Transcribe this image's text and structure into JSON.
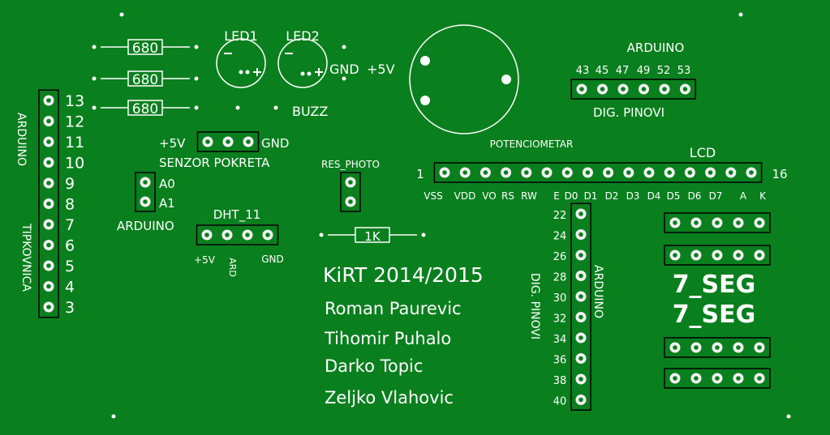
{
  "resistors": [
    "680",
    "680",
    "680",
    "1K"
  ],
  "leds": [
    "LED1",
    "LED2"
  ],
  "power": {
    "gnd": "GND",
    "plus5v": "+5V"
  },
  "buzz": "BUZZ",
  "potentiometer": "POTENCIOMETAR",
  "arduino_label": "ARDUINO",
  "dig_pins_top": {
    "title": "ARDUINO",
    "numbers": [
      "43",
      "45",
      "47",
      "49",
      "52",
      "53"
    ],
    "caption": "DIG. PINOVI"
  },
  "keypad": {
    "vertical_left": "ARDUINO",
    "vertical_right": "TIPKOVNICA",
    "numbers": [
      "13",
      "12",
      "11",
      "10",
      "9",
      "8",
      "7",
      "6",
      "5",
      "4",
      "3"
    ]
  },
  "motion_sensor": {
    "left": "+5V",
    "right": "GND",
    "title": "SENZOR POKRETA"
  },
  "analog": {
    "a0": "A0",
    "a1": "A1",
    "label": "ARDUINO"
  },
  "photo": "RES_PHOTO",
  "dht": {
    "title": "DHT_11",
    "pins": [
      "+5V",
      "ARD",
      "GND"
    ]
  },
  "lcd": {
    "title": "LCD",
    "first": "1",
    "last": "16",
    "pins": [
      "VSS",
      "VDD",
      "VO",
      "RS",
      "RW",
      "E",
      "D0",
      "D1",
      "D2",
      "D3",
      "D4",
      "D5",
      "D6",
      "D7",
      "A",
      "K"
    ]
  },
  "dig_pins_mid": {
    "label1": "DIG. PINOVI",
    "label2": "ARDUINO",
    "numbers": [
      "22",
      "24",
      "26",
      "28",
      "30",
      "32",
      "34",
      "36",
      "38",
      "40"
    ]
  },
  "seg": [
    "7_SEG",
    "7_SEG"
  ],
  "credits": [
    "KiRT 2014/2015",
    "Roman Paurevic",
    "Tihomir Puhalo",
    "Darko Topic",
    "Zeljko Vlahovic"
  ],
  "colors": {
    "board": "#0a7f1e",
    "silkscreen": "#ffffff",
    "pad": "#f2f2f2",
    "hole": "#0a7f1e"
  }
}
